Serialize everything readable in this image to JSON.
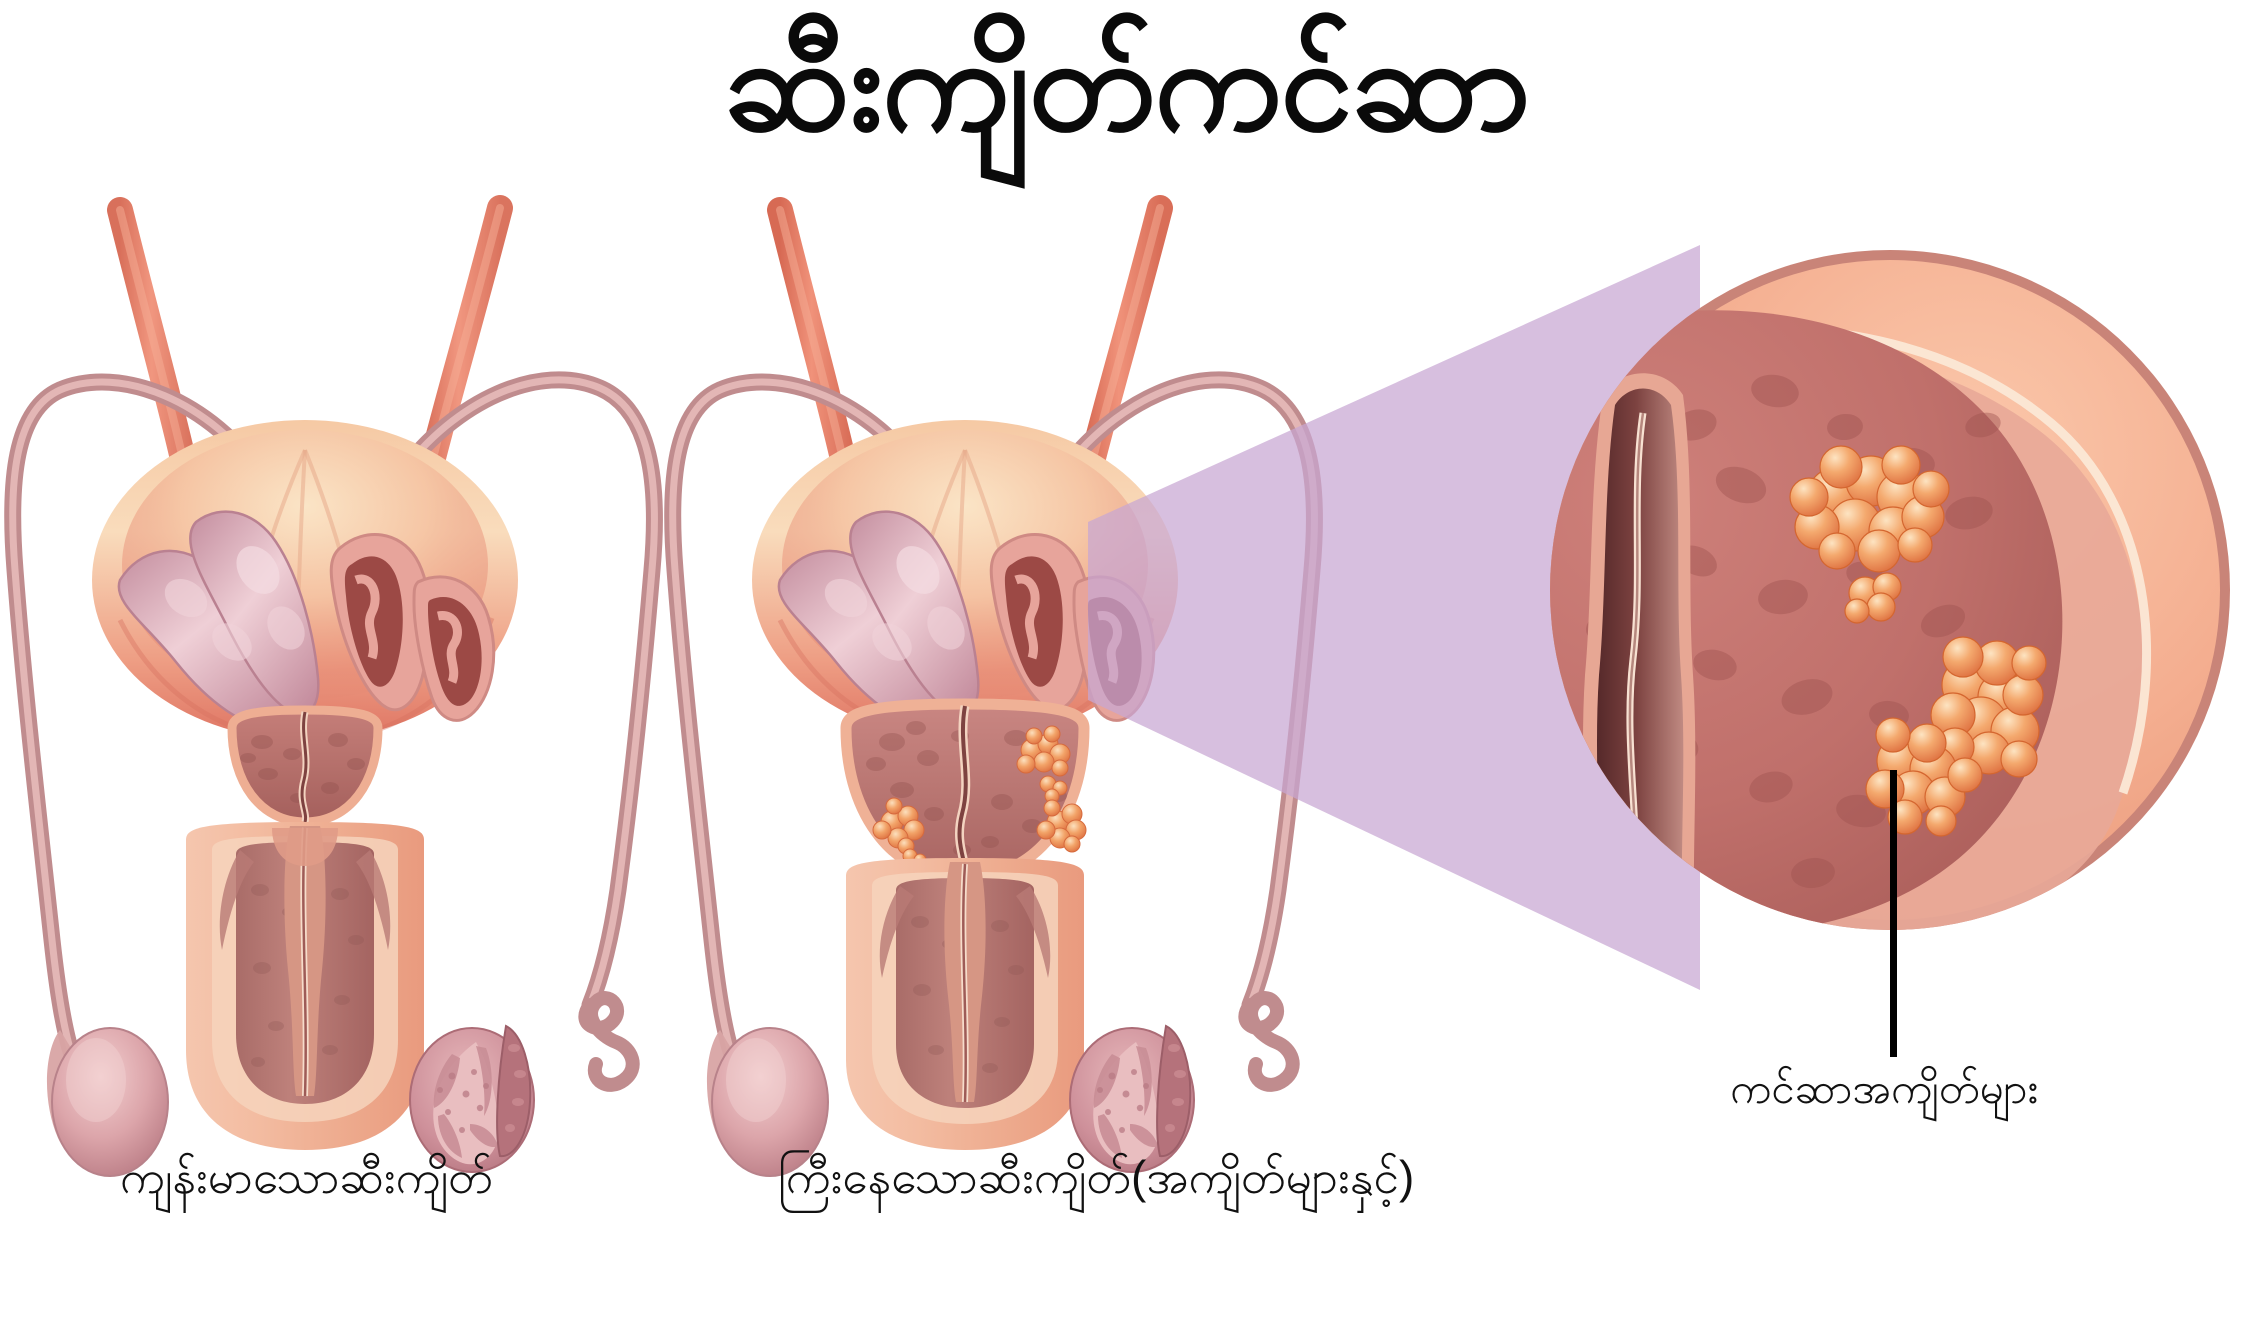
{
  "title": "ဆီးကျိတ်ကင်ဆာ",
  "captions": {
    "healthy": "ကျန်းမာသောဆီးကျိတ်",
    "enlarged": "ကြီးနေသောဆီးကျိတ်(အကျိတ်များနှင့်)",
    "tumors_label": "ကင်ဆာအကျိတ်များ"
  },
  "colors": {
    "background": "#ffffff",
    "title_text": "#0a0a0a",
    "caption_text": "#111111",
    "leader_line": "#000000",
    "bladder_light": "#F8DCB9",
    "bladder_mid": "#F0A88C",
    "bladder_edge": "#E2766A",
    "ureter": "#E8806A",
    "vas_deferens": "#DFA5A5",
    "seminal_vesicle": "#D9A9B4",
    "prostate_capsule": "#F0AE95",
    "prostate_tissue": "#B9706C",
    "prostate_tissue_dark": "#A85F5C",
    "urethra": "#8E4A48",
    "penis_outer": "#F0B79D",
    "penis_shaft": "#EAA98F",
    "corpus": "#B47873",
    "testis": "#D49AA0",
    "testis_light": "#EFC3C4",
    "epididymis": "#B5727B",
    "tumor_light": "#F7CFA4",
    "tumor_mid": "#F09B62",
    "tumor_dark": "#DE6B3E",
    "cone_violet": "#C8A6D2",
    "mag_rim": "#C98478",
    "mag_capsule": "#F2AC90",
    "mag_highlight": "#FBE3CE",
    "mag_tissue": "#C4736C",
    "mag_tissue_dark": "#A95C58",
    "mag_urethra_dark": "#6B3634"
  },
  "figures": [
    {
      "id": "healthy-prostate-figure",
      "name": "healthy male reproductive anatomy",
      "prostate_state": "normal",
      "tumor_count": 0,
      "parts": [
        "bladder",
        "ureter-left",
        "ureter-right",
        "seminal-vesicle-left",
        "seminal-vesicle-right",
        "vas-deferens-left",
        "vas-deferens-right",
        "prostate",
        "urethra",
        "penis-cross-section",
        "testis-left",
        "testis-right-cutaway",
        "epididymis"
      ]
    },
    {
      "id": "enlarged-prostate-figure",
      "name": "enlarged prostate with cancer tumors",
      "prostate_state": "enlarged",
      "tumor_count": 4,
      "parts": [
        "bladder",
        "ureter-left",
        "ureter-right",
        "seminal-vesicle-left",
        "seminal-vesicle-right",
        "vas-deferens-left",
        "vas-deferens-right",
        "enlarged-prostate",
        "tumors",
        "urethra",
        "penis-cross-section",
        "testis-left",
        "testis-right-cutaway",
        "epididymis"
      ]
    }
  ],
  "magnified": {
    "id": "magnified-prostate-cross-section",
    "name": "magnified prostate cross-section",
    "tumor_clusters": 4,
    "parts": [
      "outer-rim",
      "capsule",
      "highlight-band",
      "glandular-tissue",
      "urethra-lumen",
      "tumor-cluster-upper",
      "tumor-cluster-small",
      "tumor-cluster-lower-large",
      "tumor-cluster-lower-small"
    ]
  }
}
